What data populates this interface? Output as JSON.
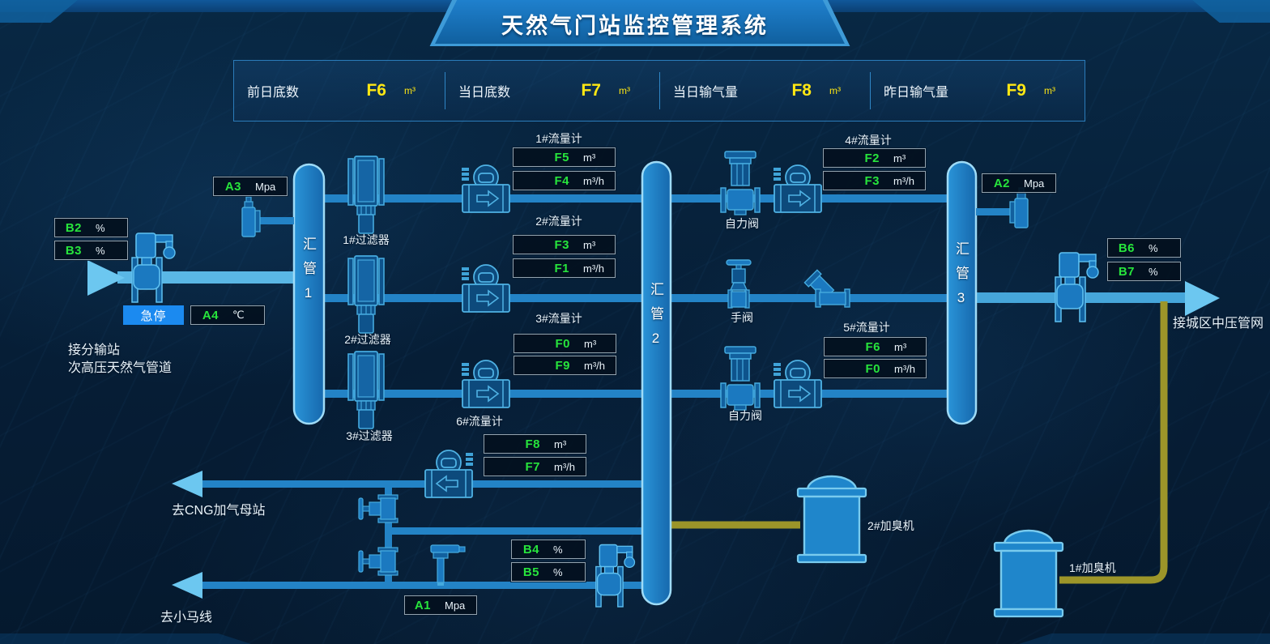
{
  "title": "天然气门站监控管理系统",
  "stats": [
    {
      "label": "前日底数",
      "value": "F6",
      "unit": "m³"
    },
    {
      "label": "当日底数",
      "value": "F7",
      "unit": "m³"
    },
    {
      "label": "当日输气量",
      "value": "F8",
      "unit": "m³"
    },
    {
      "label": "昨日输气量",
      "value": "F9",
      "unit": "m³"
    }
  ],
  "gauges": {
    "b2": {
      "value": "B2",
      "unit": "%"
    },
    "b3": {
      "value": "B3",
      "unit": "%"
    },
    "a3": {
      "value": "A3",
      "unit": "Mpa"
    },
    "a4": {
      "value": "A4",
      "unit": "℃"
    },
    "f5": {
      "value": "F5",
      "unit": "m³"
    },
    "f4": {
      "value": "F4",
      "unit": "m³/h"
    },
    "f3": {
      "value": "F3",
      "unit": "m³"
    },
    "f1": {
      "value": "F1",
      "unit": "m³/h"
    },
    "f0": {
      "value": "F0",
      "unit": "m³"
    },
    "f9": {
      "value": "F9",
      "unit": "m³/h"
    },
    "f8": {
      "value": "F8",
      "unit": "m³"
    },
    "f7": {
      "value": "F7",
      "unit": "m³/h"
    },
    "f2": {
      "value": "F2",
      "unit": "m³"
    },
    "f3b": {
      "value": "F3",
      "unit": "m³/h"
    },
    "f6": {
      "value": "F6",
      "unit": "m³"
    },
    "f0b": {
      "value": "F0",
      "unit": "m³/h"
    },
    "a2": {
      "value": "A2",
      "unit": "Mpa"
    },
    "b6": {
      "value": "B6",
      "unit": "%"
    },
    "b7": {
      "value": "B7",
      "unit": "%"
    },
    "b4": {
      "value": "B4",
      "unit": "%"
    },
    "b5": {
      "value": "B5",
      "unit": "%"
    },
    "a1": {
      "value": "A1",
      "unit": "Mpa"
    }
  },
  "labels": {
    "estop": "急停",
    "flow1": "1#流量计",
    "flow2": "2#流量计",
    "flow3": "3#流量计",
    "flow4": "4#流量计",
    "flow5": "5#流量计",
    "flow6": "6#流量计",
    "filter1": "1#过滤器",
    "filter2": "2#过滤器",
    "filter3": "3#过滤器",
    "valve_auto_top": "自力阀",
    "valve_hand": "手阀",
    "valve_auto_bottom": "自力阀",
    "manifold1": "汇管1",
    "manifold2": "汇管2",
    "manifold3": "汇管3",
    "inlet_line1": "接分输站",
    "inlet_line2": "次高压天然气管道",
    "to_cng": "去CNG加气母站",
    "to_xiaoma": "去小马线",
    "to_city": "接城区中压管网",
    "odorizer1": "1#加臭机",
    "odorizer2": "2#加臭机"
  },
  "icons": {
    "inlet-arrow": "right-triangle",
    "outlet-arrow": "right-triangle",
    "cng-arrow": "left-triangle",
    "xiaoma-arrow": "left-triangle"
  },
  "colors": {
    "value_green": "#27e43c",
    "value_yellow": "#ffe713",
    "pipe_blue": "#2383c6",
    "pipe_light": "#5ab7e5",
    "arrow_cyan": "#6cc7f0",
    "odorant_pipe": "#9c9529",
    "equipment_fill": "#1f86cb",
    "equipment_stroke": "#55bdf0",
    "panel_border": "#2b7cba",
    "estop_blue": "#1b8af0"
  }
}
